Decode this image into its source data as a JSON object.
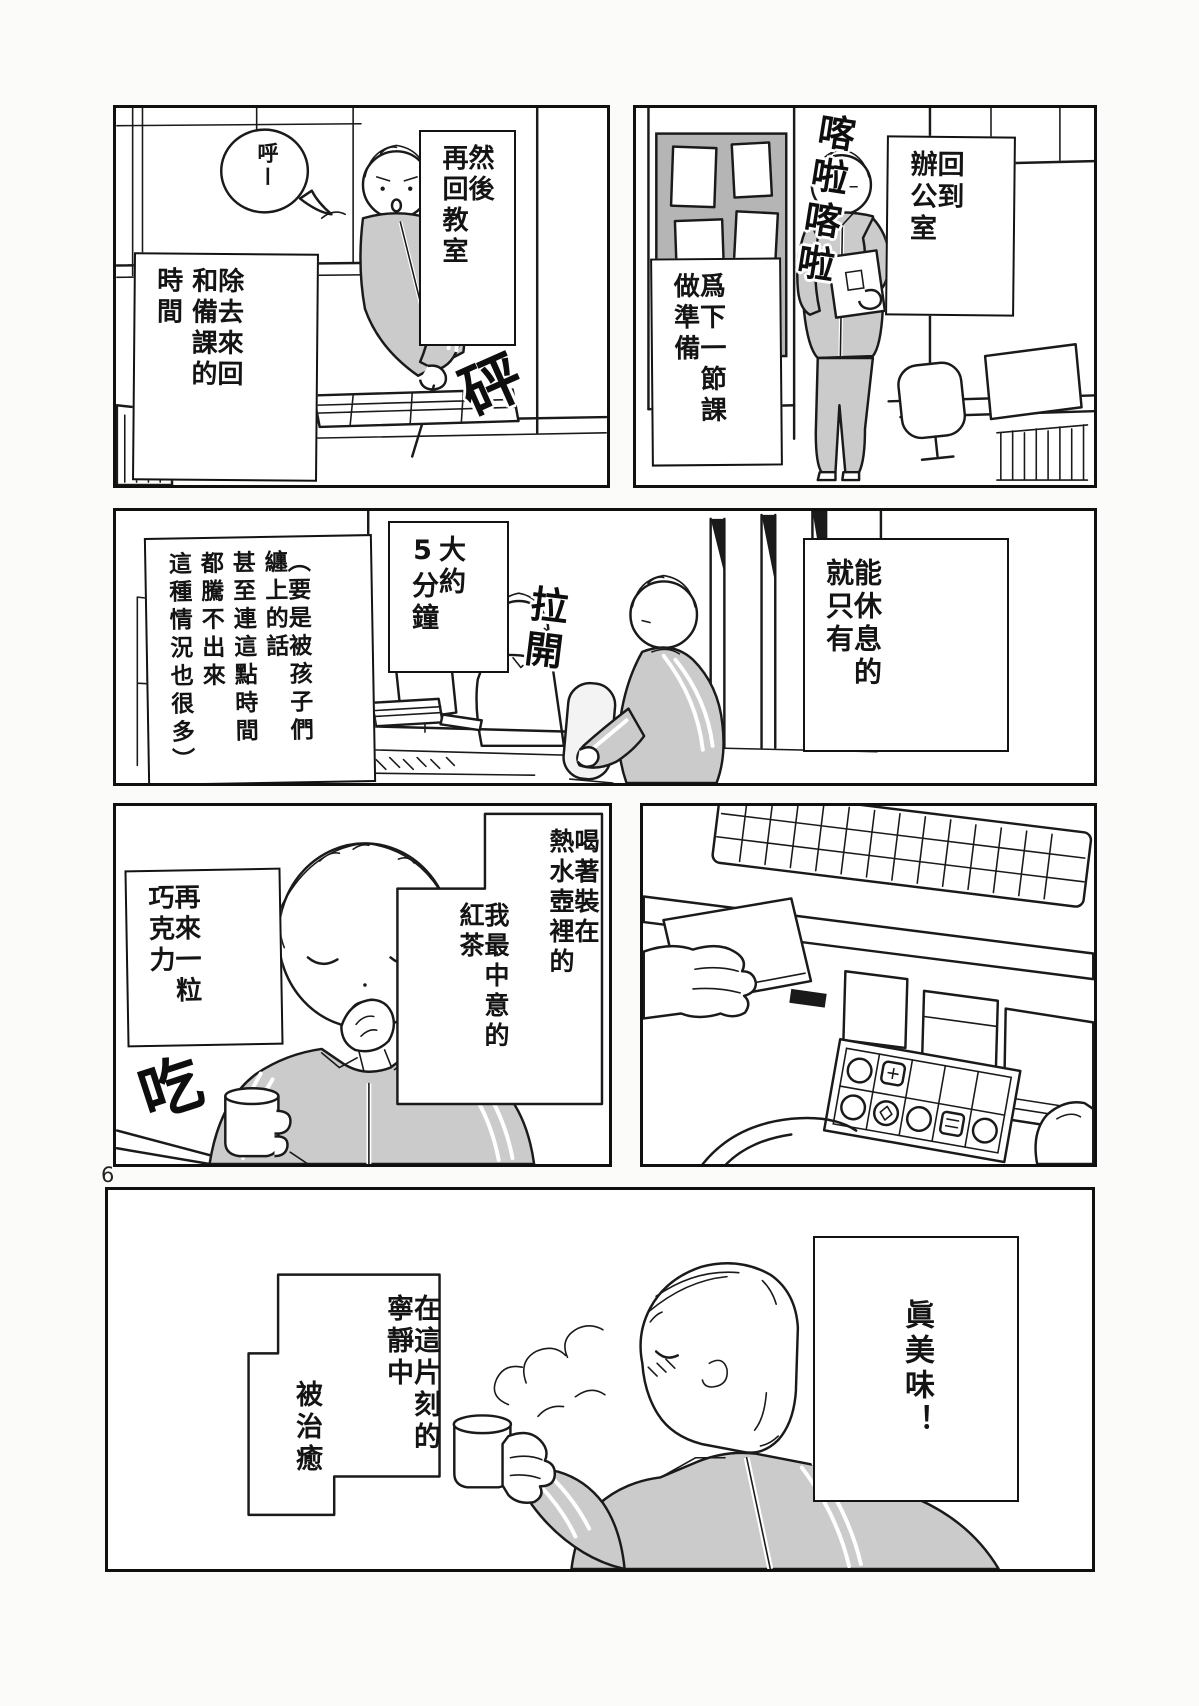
{
  "page": {
    "number": "6",
    "background": "#fbfbfa",
    "ink": "#1a1a1a",
    "tone_gray": "#cbcbcb",
    "board_gray": "#b5b5b5"
  },
  "panels": {
    "p1": {
      "title": "return-to-office",
      "caption_a": {
        "cols": [
          "回到",
          "辦公室"
        ]
      },
      "caption_b": {
        "cols": [
          "爲下一節課",
          "做準備"
        ]
      },
      "sfx": "喀啦喀啦"
    },
    "p2": {
      "title": "then-back-to-classroom",
      "bubble": "呼ー",
      "caption_a": {
        "cols": [
          "然後",
          "再回教室"
        ]
      },
      "caption_b": {
        "cols": [
          "除去來回",
          "和備課的",
          "時間"
        ]
      },
      "sfx": "砰"
    },
    "p3": {
      "title": "five-minute-break",
      "caption_a": {
        "cols": [
          "（要是被孩子們",
          "纏上的話",
          "甚至連這點時間",
          "都騰不出來",
          "這種情況也很多）"
        ]
      },
      "caption_b": {
        "cols": [
          "大約",
          "5分鐘"
        ]
      },
      "caption_c": {
        "cols": [
          "能休息的",
          "就只有"
        ]
      },
      "sfx": "拉開"
    },
    "p4": {
      "title": "chocolate-box-in-drawer"
    },
    "p5": {
      "title": "tea-and-chocolate",
      "caption_a": {
        "cols": [
          "喝著裝在",
          "熱水壺裡的"
        ]
      },
      "caption_b": {
        "cols": [
          "我最中意的",
          "紅茶"
        ]
      },
      "caption_c": {
        "cols": [
          "再來一粒",
          "巧克力"
        ]
      },
      "sfx": "吃"
    },
    "p6": {
      "title": "healed-in-quiet-moment",
      "caption_a": {
        "cols": [
          "在這片刻的",
          "寧靜中"
        ]
      },
      "caption_b": {
        "cols": [
          "被治癒"
        ]
      },
      "caption_c": {
        "cols": [
          "眞美味！"
        ]
      }
    }
  }
}
